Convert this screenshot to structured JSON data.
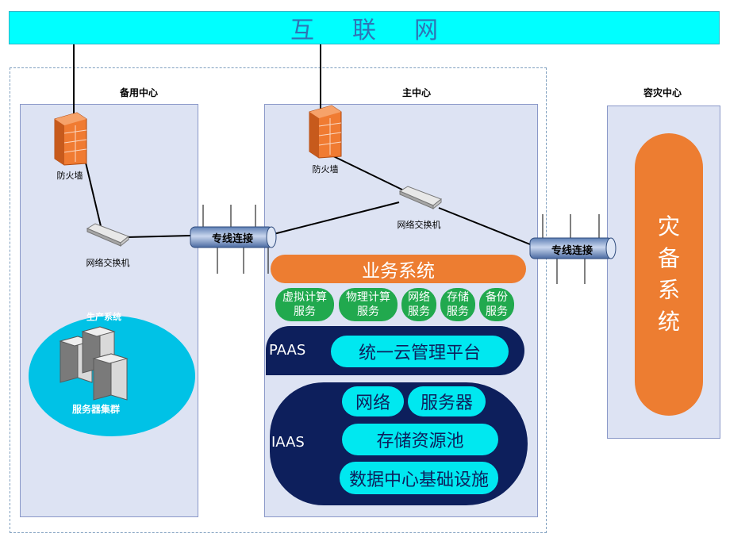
{
  "internet": {
    "label": "互联网"
  },
  "backup_center": {
    "title": "备用中心",
    "firewall": "防火墙",
    "switch": "网络交换机",
    "cluster_title": "生产系统",
    "cluster_label": "服务器集群"
  },
  "main_center": {
    "title": "主中心",
    "firewall": "防火墙",
    "switch": "网络交换机"
  },
  "dr_center": {
    "title": "容灾中心",
    "system_chars": [
      "灾",
      "备",
      "系",
      "统"
    ]
  },
  "links": {
    "left": "专线连接",
    "right": "专线连接"
  },
  "business": {
    "label": "业务系统"
  },
  "services": [
    {
      "line1": "虚拟计算",
      "line2": "服务"
    },
    {
      "line1": "物理计算",
      "line2": "服务"
    },
    {
      "line1": "网络",
      "line2": "服务"
    },
    {
      "line1": "存储",
      "line2": "服务"
    },
    {
      "line1": "备份",
      "line2": "服务"
    }
  ],
  "paas": {
    "label": "PAAS",
    "platform": "统一云管理平台"
  },
  "iaas": {
    "label": "IAAS",
    "network": "网络",
    "server": "服务器",
    "storage": "存储资源池",
    "datacenter": "数据中心基础设施"
  },
  "colors": {
    "internet": "#00ffff",
    "orange": "#ed7d31",
    "green": "#21a94e",
    "navy": "#0d1f5c",
    "cyan": "#00e8f0",
    "panel": "#dde3f3"
  }
}
